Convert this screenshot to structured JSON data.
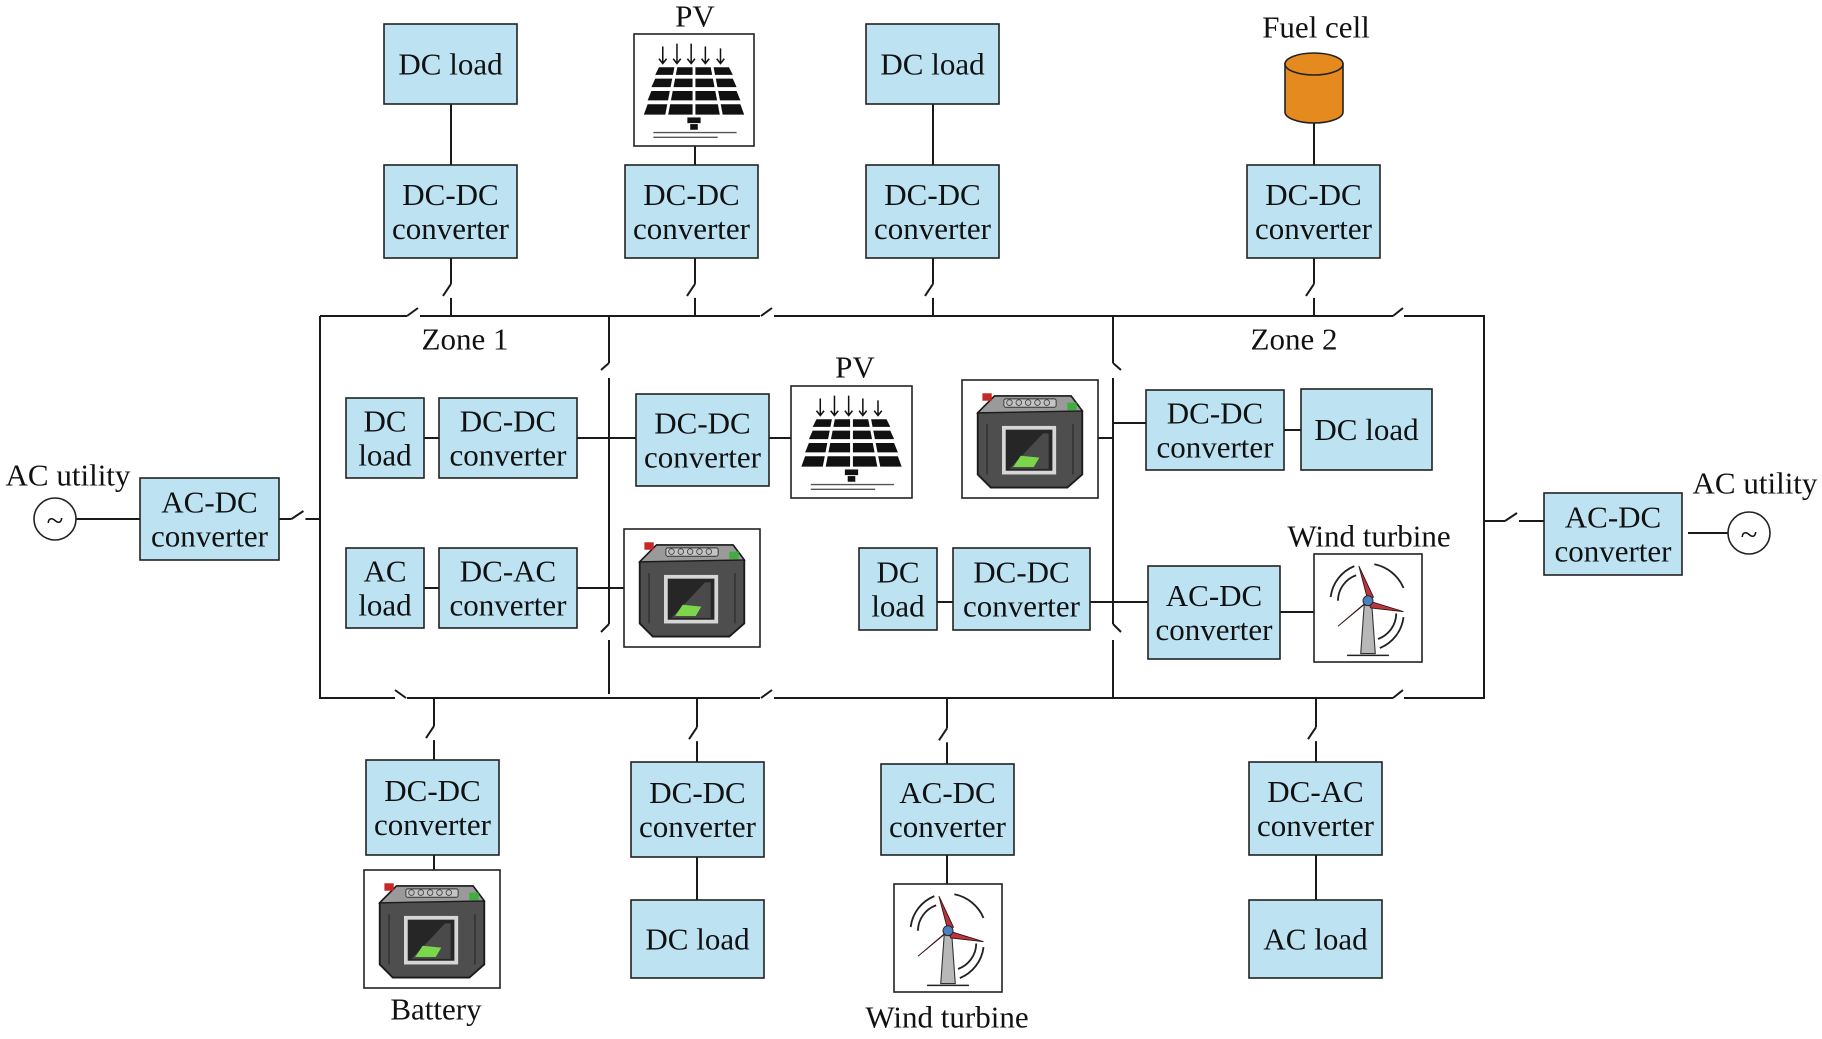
{
  "labels": {
    "dc_load": "DC load",
    "ac_load": "AC load",
    "dc_dc_converter": [
      "DC-DC",
      "converter"
    ],
    "ac_dc_converter": [
      "AC-DC",
      "converter"
    ],
    "dc_ac_converter": [
      "DC-AC",
      "converter"
    ],
    "dc_load_stacked": [
      "DC",
      "load"
    ],
    "ac_load_stacked": [
      "AC",
      "load"
    ],
    "pv": "PV",
    "fuel_cell": "Fuel cell",
    "battery": "Battery",
    "wind_turbine": "Wind turbine",
    "ac_utility": "AC utility",
    "ac_source_symbol": "~",
    "zone1": "Zone 1",
    "zone2": "Zone 2"
  },
  "colors": {
    "component_fill": "#bde3f3",
    "fuel_cell": "#e48a1f",
    "line": "#1a1a1a"
  },
  "icons": {
    "pv": "solar-panel-icon",
    "battery": "battery-icon",
    "wind": "wind-turbine-icon",
    "fuel_cell": "fuel-cell-cylinder-icon",
    "ac_source": "ac-source-icon"
  }
}
